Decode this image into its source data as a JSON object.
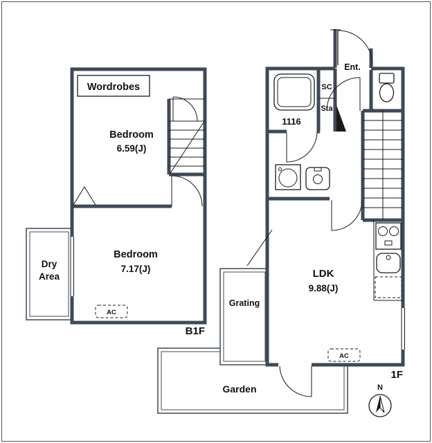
{
  "b1f": {
    "floor_label": "B1F",
    "wardrobe_label": "Wordrobes",
    "bedroom_upper": {
      "name": "Bedroom",
      "area": "6.59(J)"
    },
    "bedroom_lower": {
      "name": "Bedroom",
      "area": "7.17(J)"
    },
    "dry_area": {
      "line1": "Dry",
      "line2": "Area"
    },
    "ac_label": "AC"
  },
  "f1": {
    "floor_label": "1F",
    "entrance_label": "Ent.",
    "bath_size_label": "1116",
    "shoe_closet_label": "SC",
    "storage_label": "Sta",
    "ldk": {
      "name": "LDK",
      "area": "9.88(J)"
    },
    "grating_label": "Grating",
    "garden_label": "Garden",
    "ac_label": "AC",
    "compass_north": "N"
  }
}
